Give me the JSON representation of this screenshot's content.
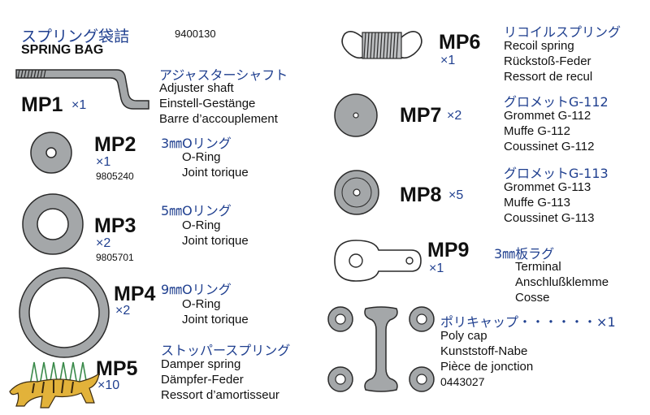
{
  "header": {
    "title_jp": "スプリング袋詰",
    "title_en": "SPRING BAG",
    "code": "9400130"
  },
  "colors": {
    "accent_blue": "#1f3f8f",
    "part_gray": "#a4a7a9",
    "outline": "#2a2a2a"
  },
  "parts": {
    "mp1": {
      "id": "MP1",
      "qty": "×1",
      "jp": "アジャスターシャフト",
      "names": [
        "Adjuster shaft",
        "Einstell-Gestänge",
        "Barre d’accouplement"
      ]
    },
    "mp2": {
      "id": "MP2",
      "qty": "×1",
      "code": "9805240",
      "jp": "3㎜Oリング",
      "names": [
        "O-Ring",
        "Joint torique"
      ]
    },
    "mp3": {
      "id": "MP3",
      "qty": "×2",
      "code": "9805701",
      "jp": "5㎜Oリング",
      "names": [
        "O-Ring",
        "Joint torique"
      ]
    },
    "mp4": {
      "id": "MP4",
      "qty": "×2",
      "jp": "9㎜Oリング",
      "names": [
        "O-Ring",
        "Joint torique"
      ]
    },
    "mp5": {
      "id": "MP5",
      "qty": "×10",
      "jp": "ストッパースプリング",
      "names": [
        "Damper spring",
        "Dämpfer-Feder",
        "Ressort d’amortisseur"
      ]
    },
    "mp6": {
      "id": "MP6",
      "qty": "×1",
      "jp": "リコイルスプリング",
      "names": [
        "Recoil spring",
        "Rückstoß-Feder",
        "Ressort de recul"
      ]
    },
    "mp7": {
      "id": "MP7",
      "qty": "×2",
      "jp": "グロメットG-112",
      "names": [
        "Grommet G-112",
        "Muffe G-112",
        "Coussinet G-112"
      ]
    },
    "mp8": {
      "id": "MP8",
      "qty": "×5",
      "jp": "グロメットG-113",
      "names": [
        "Grommet G-113",
        "Muffe G-113",
        "Coussinet G-113"
      ]
    },
    "mp9": {
      "id": "MP9",
      "qty": "×1",
      "jp": "3㎜板ラグ",
      "names": [
        "Terminal",
        "Anschlußklemme",
        "Cosse"
      ]
    },
    "polycap": {
      "jp": "ポリキャップ",
      "dots": "・・・・・・",
      "qty": "×1",
      "names": [
        "Poly cap",
        "Kunststoff-Nabe",
        "Pièce de jonction"
      ],
      "code": "0443027"
    }
  }
}
